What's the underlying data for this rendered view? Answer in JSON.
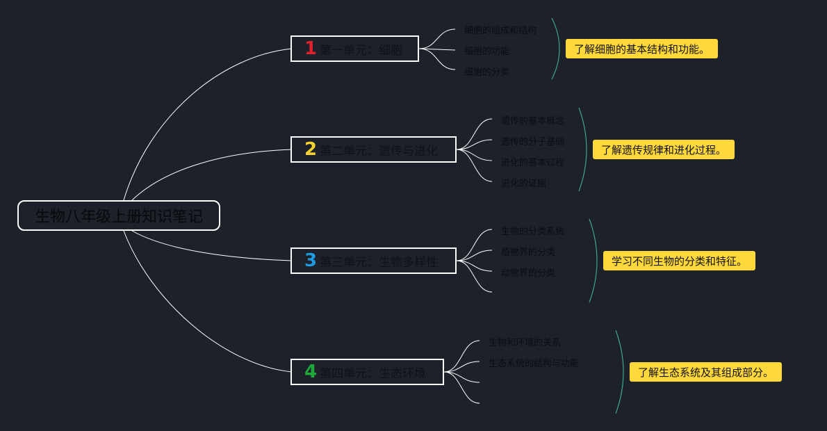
{
  "root": {
    "title": "生物八年级上册知识笔记"
  },
  "units": [
    {
      "number": "1",
      "color": "#e0202a",
      "title": "第一单元：细胞",
      "items": [
        "细胞的组成和结构",
        "细胞的功能",
        "细胞的分类"
      ],
      "summary": "了解细胞的基本结构和功能。"
    },
    {
      "number": "2",
      "color": "#f5d22e",
      "title": "第二单元：遗传与进化",
      "items": [
        "遗传的基本概念",
        "遗传的分子基础",
        "进化的基本过程",
        "进化的证据"
      ],
      "summary": "了解遗传规律和进化过程。"
    },
    {
      "number": "3",
      "color": "#1e9be0",
      "title": "第三单元：生物多样性",
      "items": [
        "生物的分类系统",
        "植物界的分类",
        "动物界的分类",
        ""
      ],
      "summary": "学习不同生物的分类和特征。"
    },
    {
      "number": "4",
      "color": "#1fa83a",
      "title": "第四单元：生态环境",
      "items": [
        "生物和环境的关系",
        "生态系统的结构与功能",
        "",
        ""
      ],
      "summary": "了解生态系统及其组成部分。"
    }
  ]
}
